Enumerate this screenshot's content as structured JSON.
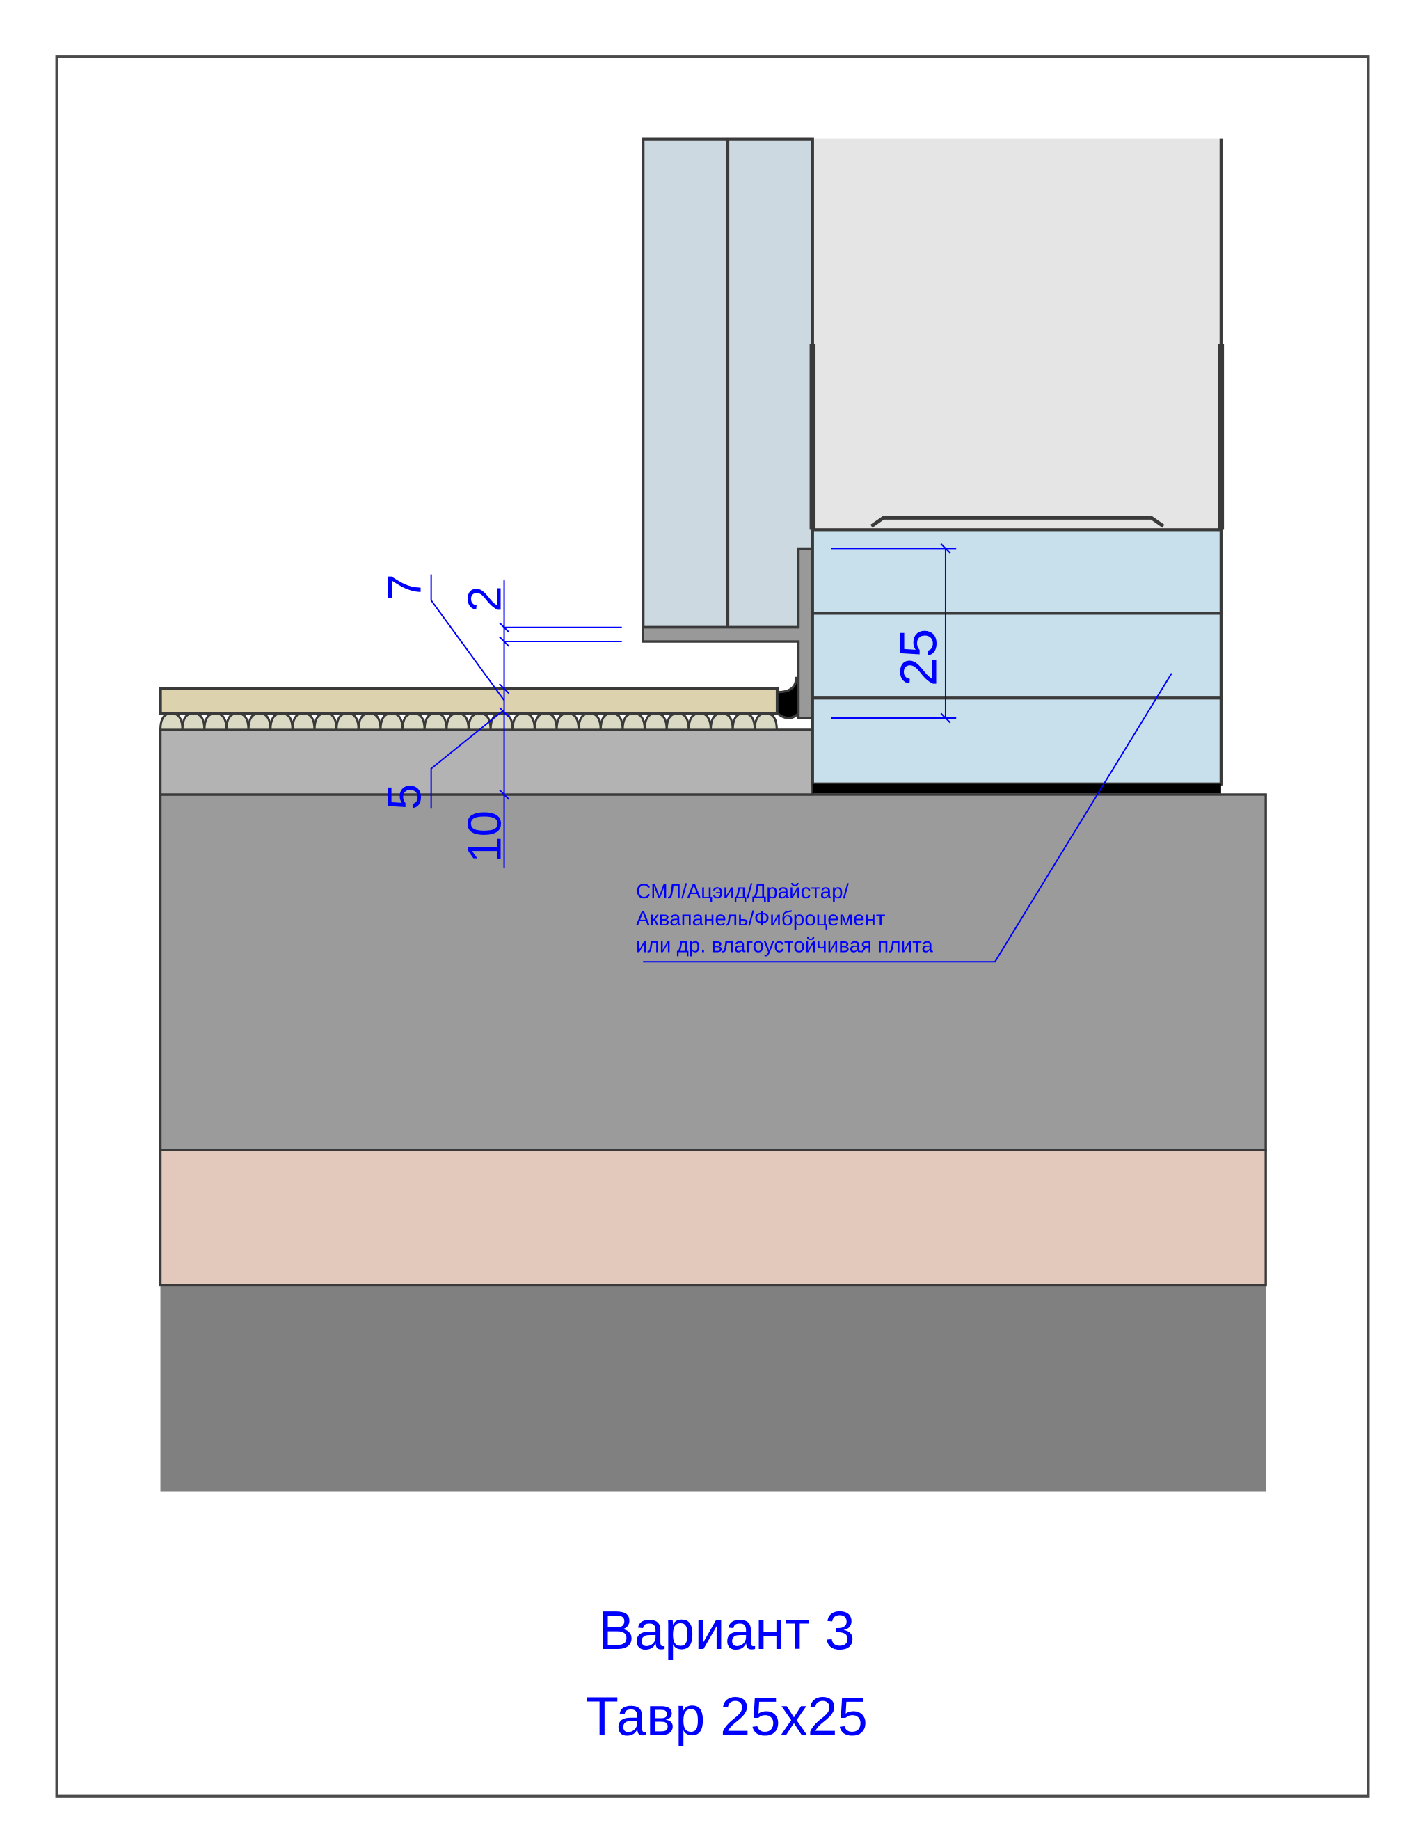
{
  "dimensions": {
    "d7": "7",
    "d2": "2",
    "d5": "5",
    "d10": "10",
    "d25": "25"
  },
  "note": {
    "lines": [
      "СМЛ/Ацэид/Драйстар/",
      "Аквапанель/Фиброцемент",
      "или др. влагоустойчивая плита"
    ]
  },
  "title": {
    "variant": "Вариант 3",
    "profile": "Тавр 25х25"
  },
  "colors": {
    "annotation": "#0000ff",
    "outline": "#3a3a3a",
    "panel": "#cdd9e0",
    "board": "#c8dfec",
    "wall": "#e5e5e5",
    "tile": "#dcd3ae",
    "screed": "#b3b3b3",
    "slab": "#9b9b9b",
    "insulation": "#e2c9bc",
    "base": "#808080"
  }
}
